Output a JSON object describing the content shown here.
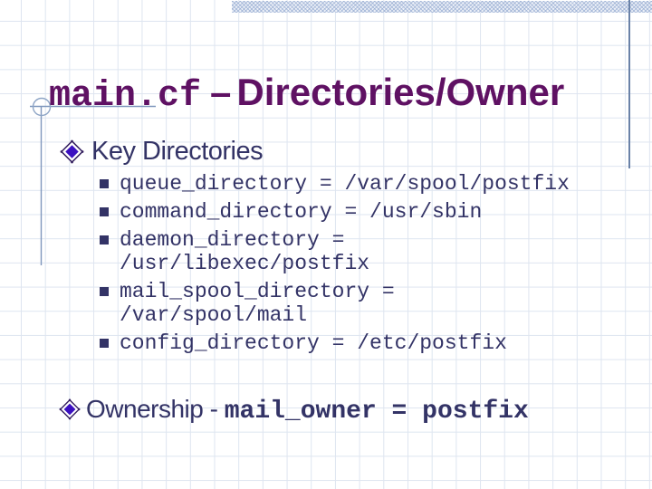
{
  "slide": {
    "title": {
      "code": "main.cf",
      "separator": "–",
      "rest": "Directories/Owner"
    },
    "section1": {
      "heading": "Key Directories",
      "items": [
        "queue_directory = /var/spool/postfix",
        "command_directory = /usr/sbin",
        "daemon_directory =\n/usr/libexec/postfix",
        "mail_spool_directory =\n/var/spool/mail",
        "config_directory = /etc/postfix"
      ]
    },
    "section2": {
      "heading": "Ownership - ",
      "code": "mail_owner = postfix"
    }
  },
  "colors": {
    "title_text": "#5f1163",
    "body_text": "#333366",
    "bullet_inner": "#3b10c0",
    "bullet_outline": "#35205f",
    "accent_rule": "#6a82a8",
    "ornament_line": "#7f97bd",
    "grid_line": "#dee5f0"
  }
}
